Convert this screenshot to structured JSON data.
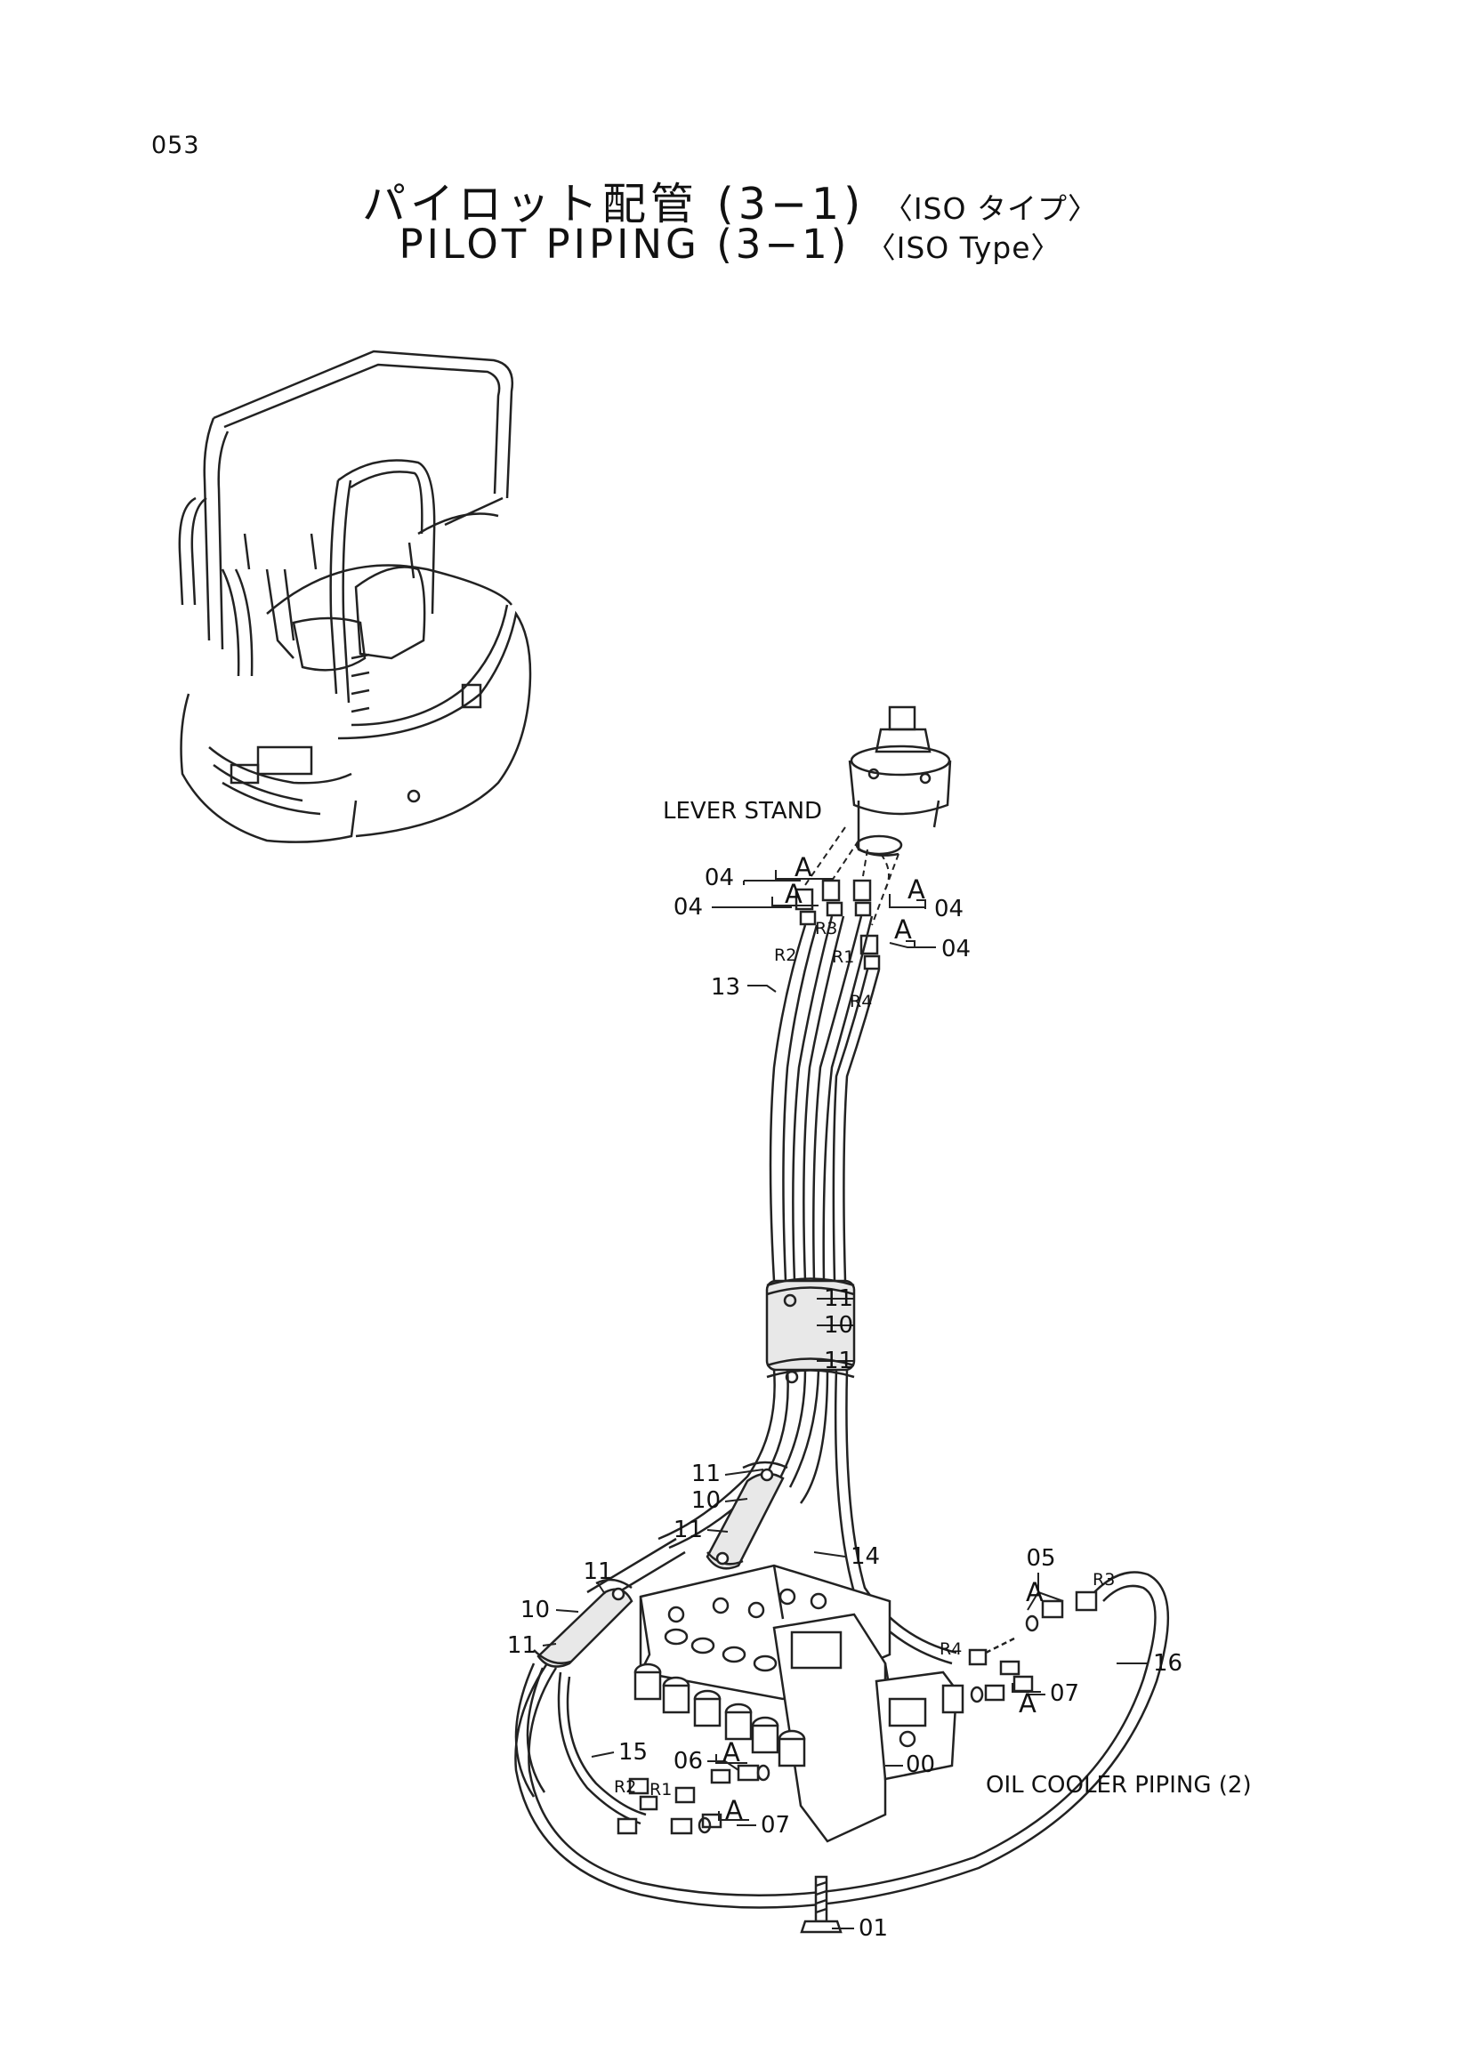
{
  "page": {
    "number": "053"
  },
  "title": {
    "jp": "パイロット配管 (3−1)",
    "jp_suffix": "〈ISO タイプ〉",
    "en": "PILOT PIPING (3−1)",
    "en_suffix": "〈ISO Type〉"
  },
  "labels": {
    "lever_stand": "LEVER STAND",
    "oil_cooler_piping": "OIL COOLER PIPING (2)"
  },
  "callouts": {
    "p00": "00",
    "p01": "01",
    "p04": "04",
    "p05": "05",
    "p06": "06",
    "p07": "07",
    "p10": "10",
    "p11": "11",
    "p13": "13",
    "p14": "14",
    "p15": "15",
    "p16": "16"
  },
  "ports": {
    "r1": "R1",
    "r2": "R2",
    "r3": "R3",
    "r4": "R4"
  },
  "markers": {
    "a": "A"
  }
}
